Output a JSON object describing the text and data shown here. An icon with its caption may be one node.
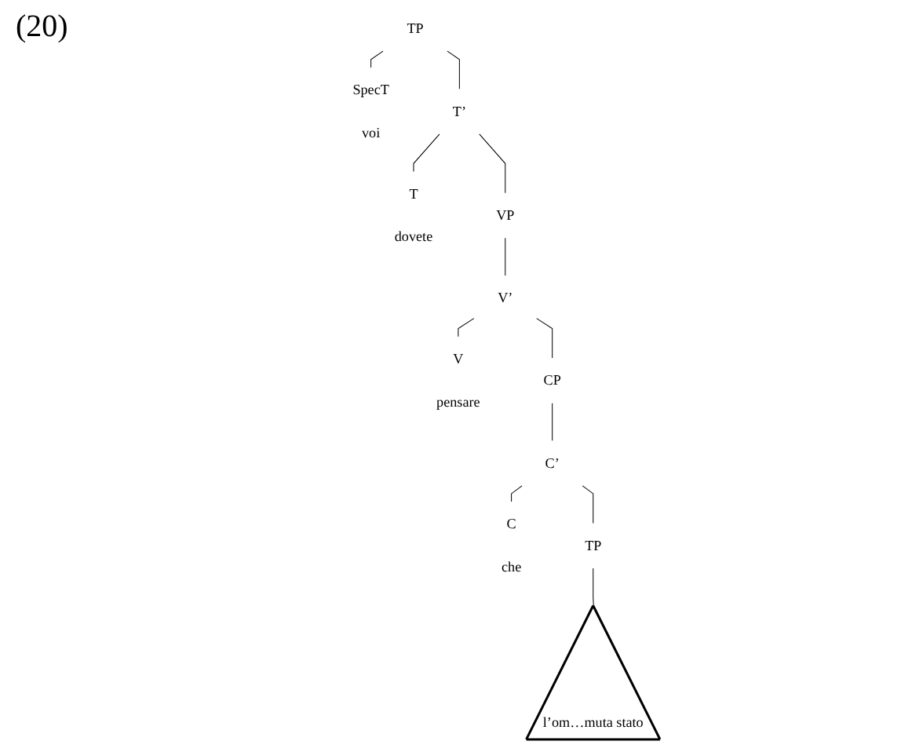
{
  "diagram": {
    "nodes": [
      {
        "text": [
          "TP"
        ]
      },
      {
        "text": [
          "SpecT"
        ],
        "beside": [
          "voi"
        ]
      },
      {
        "text": [
          "T’"
        ]
      },
      {
        "text": [
          "T"
        ],
        "beside": [
          "dovete"
        ]
      },
      {
        "text": [
          "VP"
        ]
      },
      {
        "text": [
          "V’"
        ]
      },
      {
        "text": [
          "V"
        ],
        "beside": [
          "pensare"
        ]
      },
      {
        "text": [
          "CP"
        ]
      },
      {
        "text": [
          "C’"
        ]
      },
      {
        "text": [
          "C"
        ],
        "beside": [
          "che"
        ]
      },
      {
        "text": [
          "TP"
        ]
      },
      {
        "text": [
          "l’om…muta stato"
        ]
      }
    ],
    "edges": [
      {
        "from": 0,
        "to": 1,
        "arrow": "none"
      },
      {
        "from": 0,
        "to": 2,
        "arrow": "none"
      },
      {
        "from": 2,
        "to": 3,
        "arrow": "none"
      },
      {
        "from": 2,
        "to": 4,
        "arrow": "none"
      },
      {
        "from": 4,
        "to": 5,
        "arrow": "none"
      },
      {
        "from": 5,
        "to": 6,
        "arrow": "none"
      },
      {
        "from": 5,
        "to": 7,
        "arrow": "none"
      },
      {
        "from": 7,
        "to": 8,
        "arrow": "none"
      },
      {
        "from": 8,
        "to": 9,
        "arrow": "none"
      },
      {
        "from": 8,
        "to": 10,
        "arrow": "none"
      },
      {
        "from": 10,
        "to": 11,
        "arrow": "none"
      }
    ],
    "labels": [
      "(20)"
    ]
  }
}
